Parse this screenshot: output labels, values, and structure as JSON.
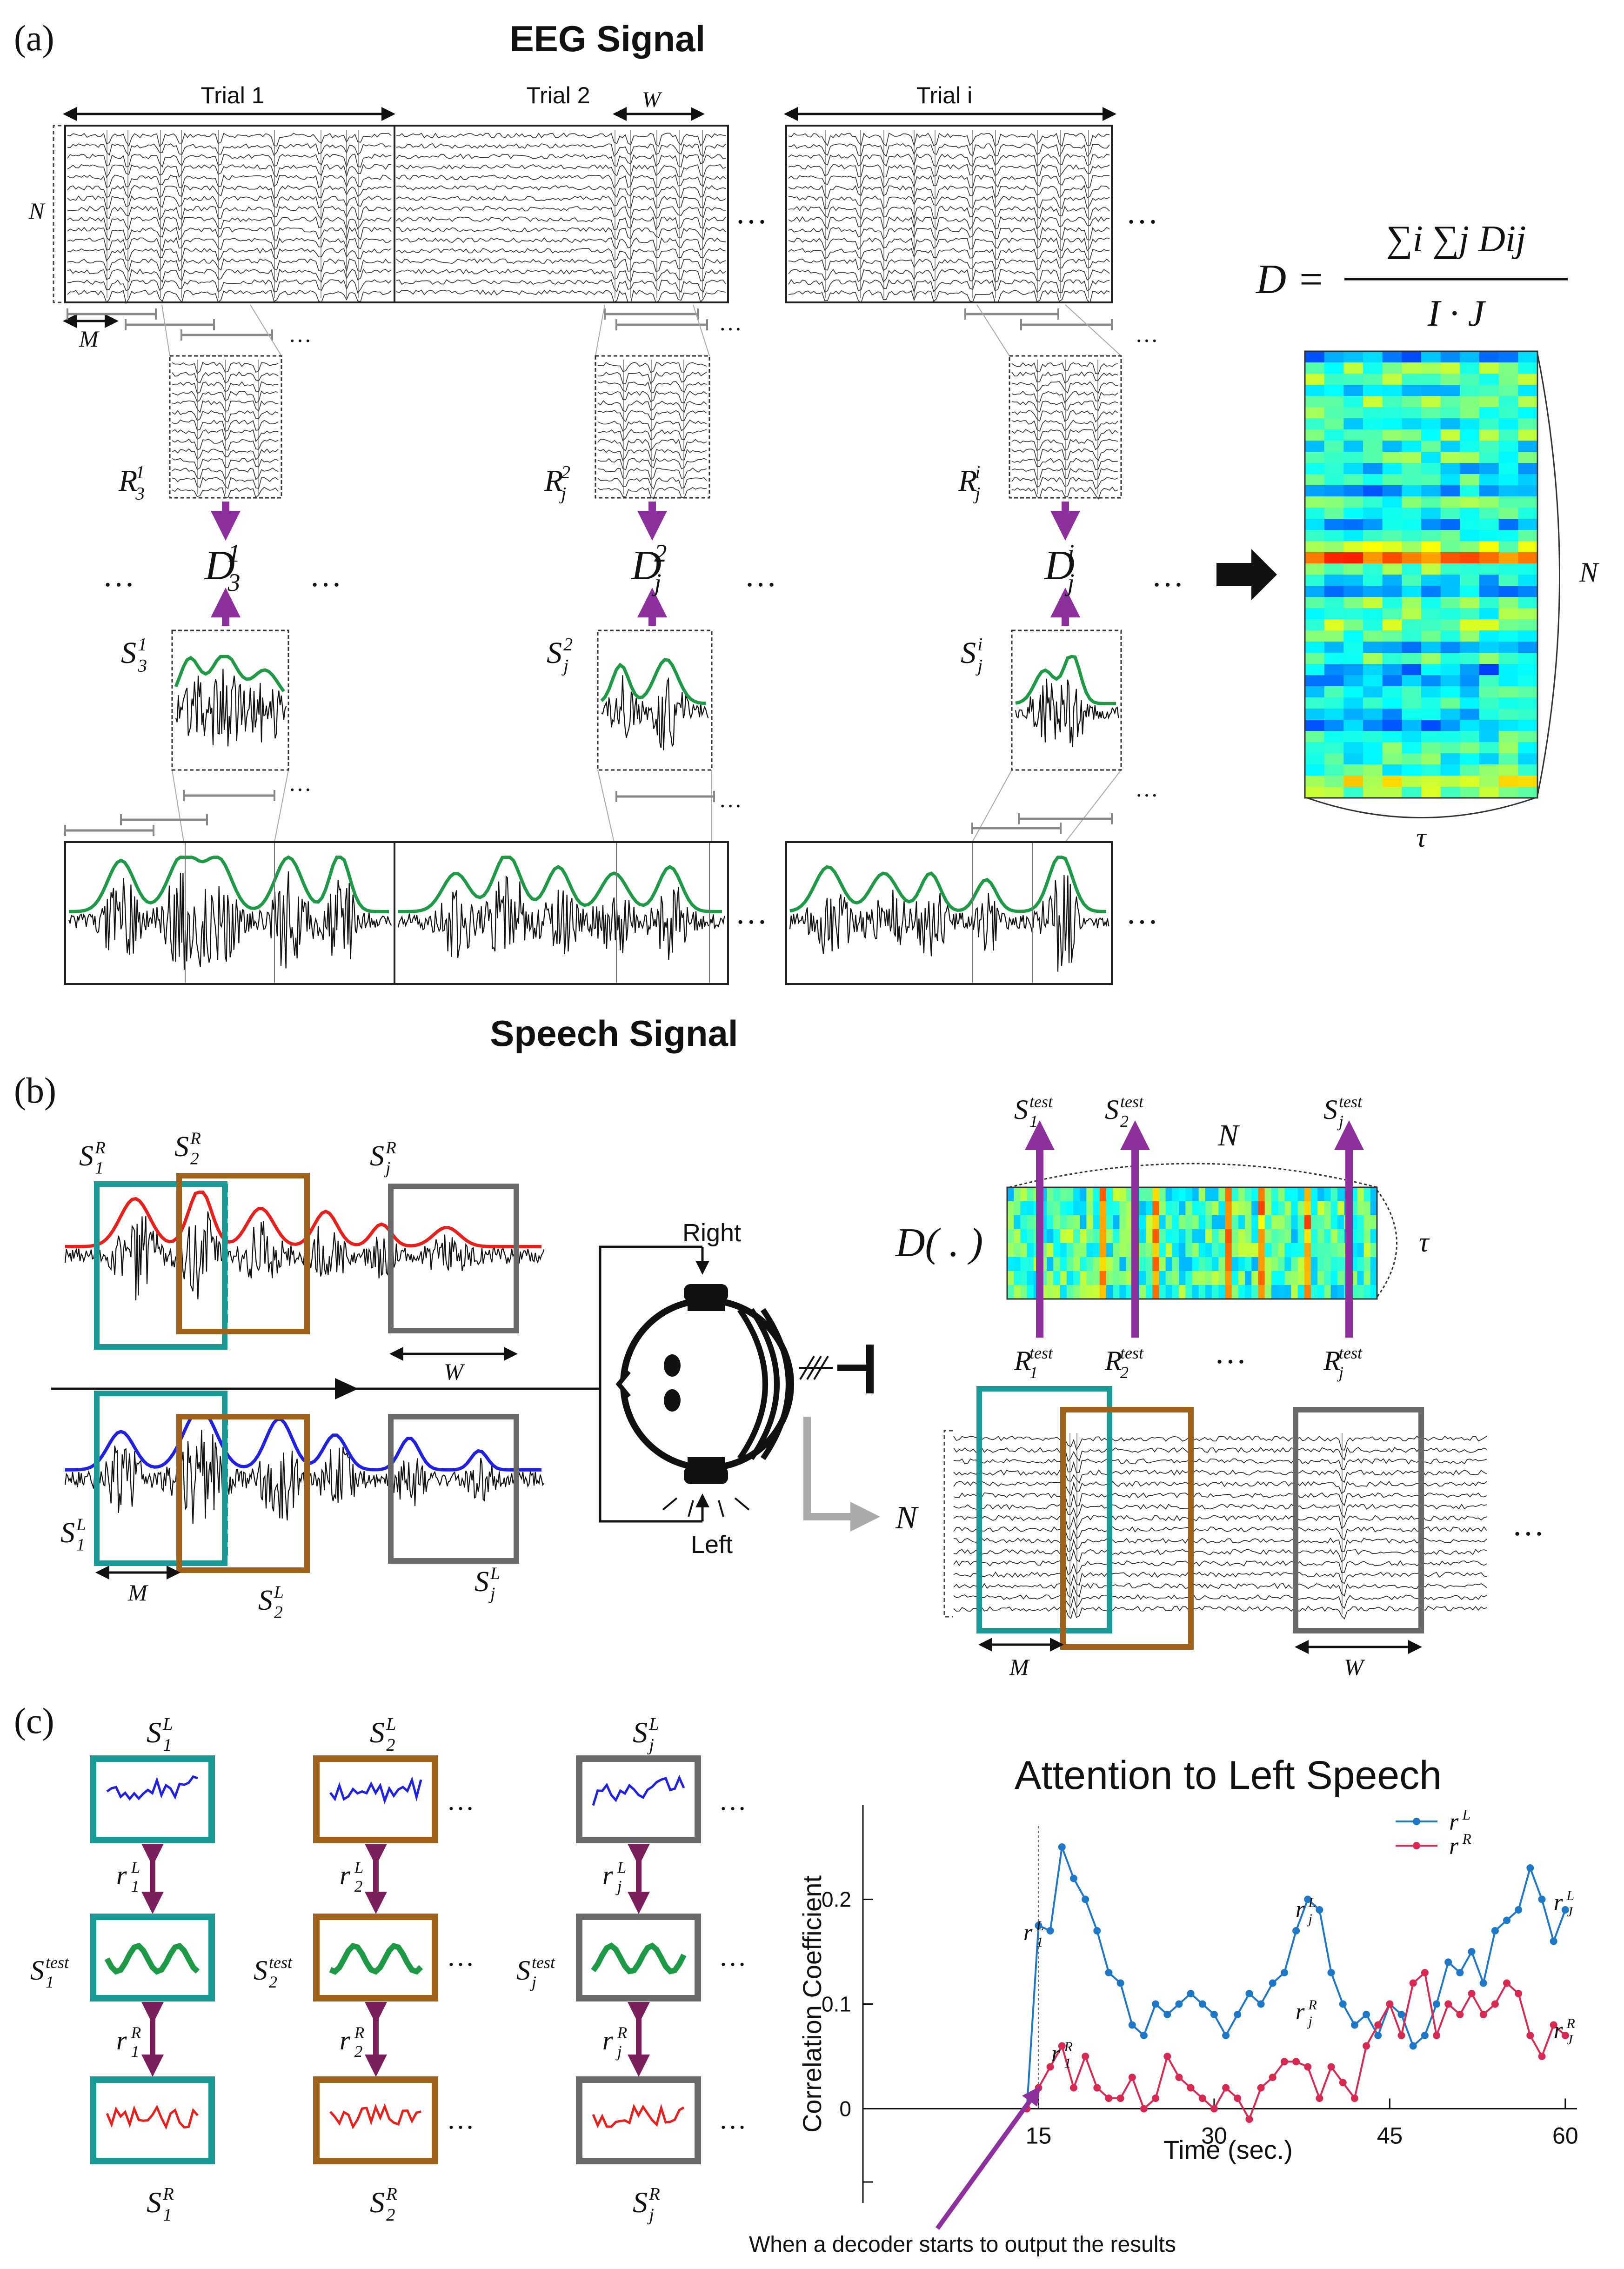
{
  "panel_a": {
    "label": "(a)",
    "eeg_title": "EEG Signal",
    "speech_title": "Speech Signal",
    "trials": [
      "Trial 1",
      "Trial 2",
      "Trial i"
    ],
    "N": "N",
    "M": "M",
    "W": "W",
    "ellipsis": "…",
    "R": [
      {
        "b": "R",
        "sup": "1",
        "sub": "3"
      },
      {
        "b": "R",
        "sup": "2",
        "sub": "j"
      },
      {
        "b": "R",
        "sup": "i",
        "sub": "j"
      }
    ],
    "D": [
      {
        "b": "D",
        "sup": "1",
        "sub": "3"
      },
      {
        "b": "D",
        "sup": "2",
        "sub": "j"
      },
      {
        "b": "D",
        "sup": "i",
        "sub": "j"
      }
    ],
    "S": [
      {
        "b": "S",
        "sup": "1",
        "sub": "3"
      },
      {
        "b": "S",
        "sup": "2",
        "sub": "j"
      },
      {
        "b": "S",
        "sup": "i",
        "sub": "j"
      }
    ],
    "formula_lhs": "D =",
    "formula_num": "∑i ∑j Dij",
    "formula_den": "I · J",
    "tau": "τ"
  },
  "panel_b": {
    "label": "(b)",
    "right_label": "Right",
    "left_label": "Left",
    "decoder_label": "D( . )",
    "N": "N",
    "M": "M",
    "W": "W",
    "tau": "τ",
    "ellipsis": "…",
    "S_right": [
      {
        "b": "S",
        "sup": "R",
        "sub": "1"
      },
      {
        "b": "S",
        "sup": "R",
        "sub": "2"
      },
      {
        "b": "S",
        "sup": "R",
        "sub": "j"
      }
    ],
    "S_left": [
      {
        "b": "S",
        "sup": "L",
        "sub": "1"
      },
      {
        "b": "S",
        "sup": "L",
        "sub": "2"
      },
      {
        "b": "S",
        "sup": "L",
        "sub": "j"
      }
    ],
    "S_test": [
      {
        "b": "S",
        "sup": "test",
        "sub": "1"
      },
      {
        "b": "S",
        "sup": "test",
        "sub": "2"
      },
      {
        "b": "S",
        "sup": "test",
        "sub": "j"
      }
    ],
    "R_test": [
      {
        "b": "R",
        "sup": "test",
        "sub": "1"
      },
      {
        "b": "R",
        "sup": "test",
        "sub": "2"
      },
      {
        "b": "R",
        "sup": "test",
        "sub": "j"
      }
    ],
    "colors": {
      "teal": "#1a9a96",
      "brown": "#a0611a",
      "gray": "#6a6a6a",
      "purple": "#8e2f9e",
      "red": "#e8201c",
      "blue": "#2020e0"
    }
  },
  "panel_c": {
    "label": "(c)",
    "chart_title": "Attention to Left Speech",
    "annotation": "When a decoder starts to output the results",
    "SL": [
      {
        "b": "S",
        "sup": "L",
        "sub": "1"
      },
      {
        "b": "S",
        "sup": "L",
        "sub": "2"
      },
      {
        "b": "S",
        "sup": "L",
        "sub": "j"
      }
    ],
    "SR": [
      {
        "b": "S",
        "sup": "R",
        "sub": "1"
      },
      {
        "b": "S",
        "sup": "R",
        "sub": "2"
      },
      {
        "b": "S",
        "sup": "R",
        "sub": "j"
      }
    ],
    "STEST": [
      {
        "b": "S",
        "sup": "test",
        "sub": "1"
      },
      {
        "b": "S",
        "sup": "test",
        "sub": "2"
      },
      {
        "b": "S",
        "sup": "test",
        "sub": "j"
      }
    ],
    "rL": [
      {
        "b": "r",
        "sup": "L",
        "sub": "1"
      },
      {
        "b": "r",
        "sup": "L",
        "sub": "2"
      },
      {
        "b": "r",
        "sup": "L",
        "sub": "j"
      }
    ],
    "rR": [
      {
        "b": "r",
        "sup": "R",
        "sub": "1"
      },
      {
        "b": "r",
        "sup": "R",
        "sub": "2"
      },
      {
        "b": "r",
        "sup": "R",
        "sub": "j"
      }
    ],
    "chart_marks": {
      "rL1": {
        "b": "r",
        "sup": "L",
        "sub": "1"
      },
      "rLj": {
        "b": "r",
        "sup": "L",
        "sub": "j"
      },
      "rLJ": {
        "b": "r",
        "sup": "L",
        "sub": "J"
      },
      "rR1": {
        "b": "r",
        "sup": "R",
        "sub": "1"
      },
      "rRj": {
        "b": "r",
        "sup": "R",
        "sub": "j"
      },
      "rRJ": {
        "b": "r",
        "sup": "R",
        "sub": "J"
      }
    },
    "ellipsis": "…"
  },
  "chart_data": {
    "type": "line",
    "title": "Attention to Left Speech",
    "xlabel": "Time (sec.)",
    "ylabel": "Correlation Coefficient",
    "xlim": [
      0,
      61
    ],
    "ylim": [
      -0.09,
      0.29
    ],
    "xticks": [
      15,
      30,
      45,
      60
    ],
    "yticks": [
      0,
      0.1,
      0.2
    ],
    "ytick_labels": [
      "0",
      "0.1",
      "0.2"
    ],
    "grid": false,
    "legend": "top-right",
    "series": [
      {
        "name": "rL",
        "label": {
          "b": "r",
          "sup": "L"
        },
        "color": "#1f77c8",
        "x": [
          14,
          15,
          16,
          17,
          18,
          19,
          20,
          21,
          22,
          23,
          24,
          25,
          26,
          27,
          28,
          29,
          30,
          31,
          32,
          33,
          34,
          35,
          36,
          37,
          38,
          39,
          40,
          41,
          42,
          43,
          44,
          45,
          46,
          47,
          48,
          49,
          50,
          51,
          52,
          53,
          54,
          55,
          56,
          57,
          58,
          59,
          60
        ],
        "y": [
          0,
          0.175,
          0.17,
          0.25,
          0.22,
          0.2,
          0.17,
          0.13,
          0.12,
          0.08,
          0.07,
          0.1,
          0.09,
          0.1,
          0.11,
          0.1,
          0.09,
          0.07,
          0.09,
          0.11,
          0.1,
          0.12,
          0.13,
          0.17,
          0.2,
          0.19,
          0.13,
          0.1,
          0.08,
          0.09,
          0.07,
          0.1,
          0.09,
          0.06,
          0.07,
          0.1,
          0.14,
          0.13,
          0.15,
          0.12,
          0.17,
          0.18,
          0.19,
          0.23,
          0.2,
          0.16,
          0.19
        ]
      },
      {
        "name": "rR",
        "label": {
          "b": "r",
          "sup": "R"
        },
        "color": "#d62a52",
        "x": [
          14,
          15,
          16,
          17,
          18,
          19,
          20,
          21,
          22,
          23,
          24,
          25,
          26,
          27,
          28,
          29,
          30,
          31,
          32,
          33,
          34,
          35,
          36,
          37,
          38,
          39,
          40,
          41,
          42,
          43,
          44,
          45,
          46,
          47,
          48,
          49,
          50,
          51,
          52,
          53,
          54,
          55,
          56,
          57,
          58,
          59,
          60
        ],
        "y": [
          0,
          0.02,
          0.04,
          0.06,
          0.02,
          0.05,
          0.02,
          0.01,
          0.01,
          0.03,
          0,
          0.01,
          0.05,
          0.03,
          0.02,
          0.01,
          0,
          0.02,
          0.01,
          -0.01,
          0.02,
          0.03,
          0.045,
          0.045,
          0.04,
          0.01,
          0.04,
          0.025,
          0.01,
          0.06,
          0.08,
          0.1,
          0.07,
          0.12,
          0.13,
          0.07,
          0.1,
          0.09,
          0.11,
          0.09,
          0.1,
          0.12,
          0.11,
          0.07,
          0.05,
          0.08,
          0.07
        ]
      }
    ]
  }
}
